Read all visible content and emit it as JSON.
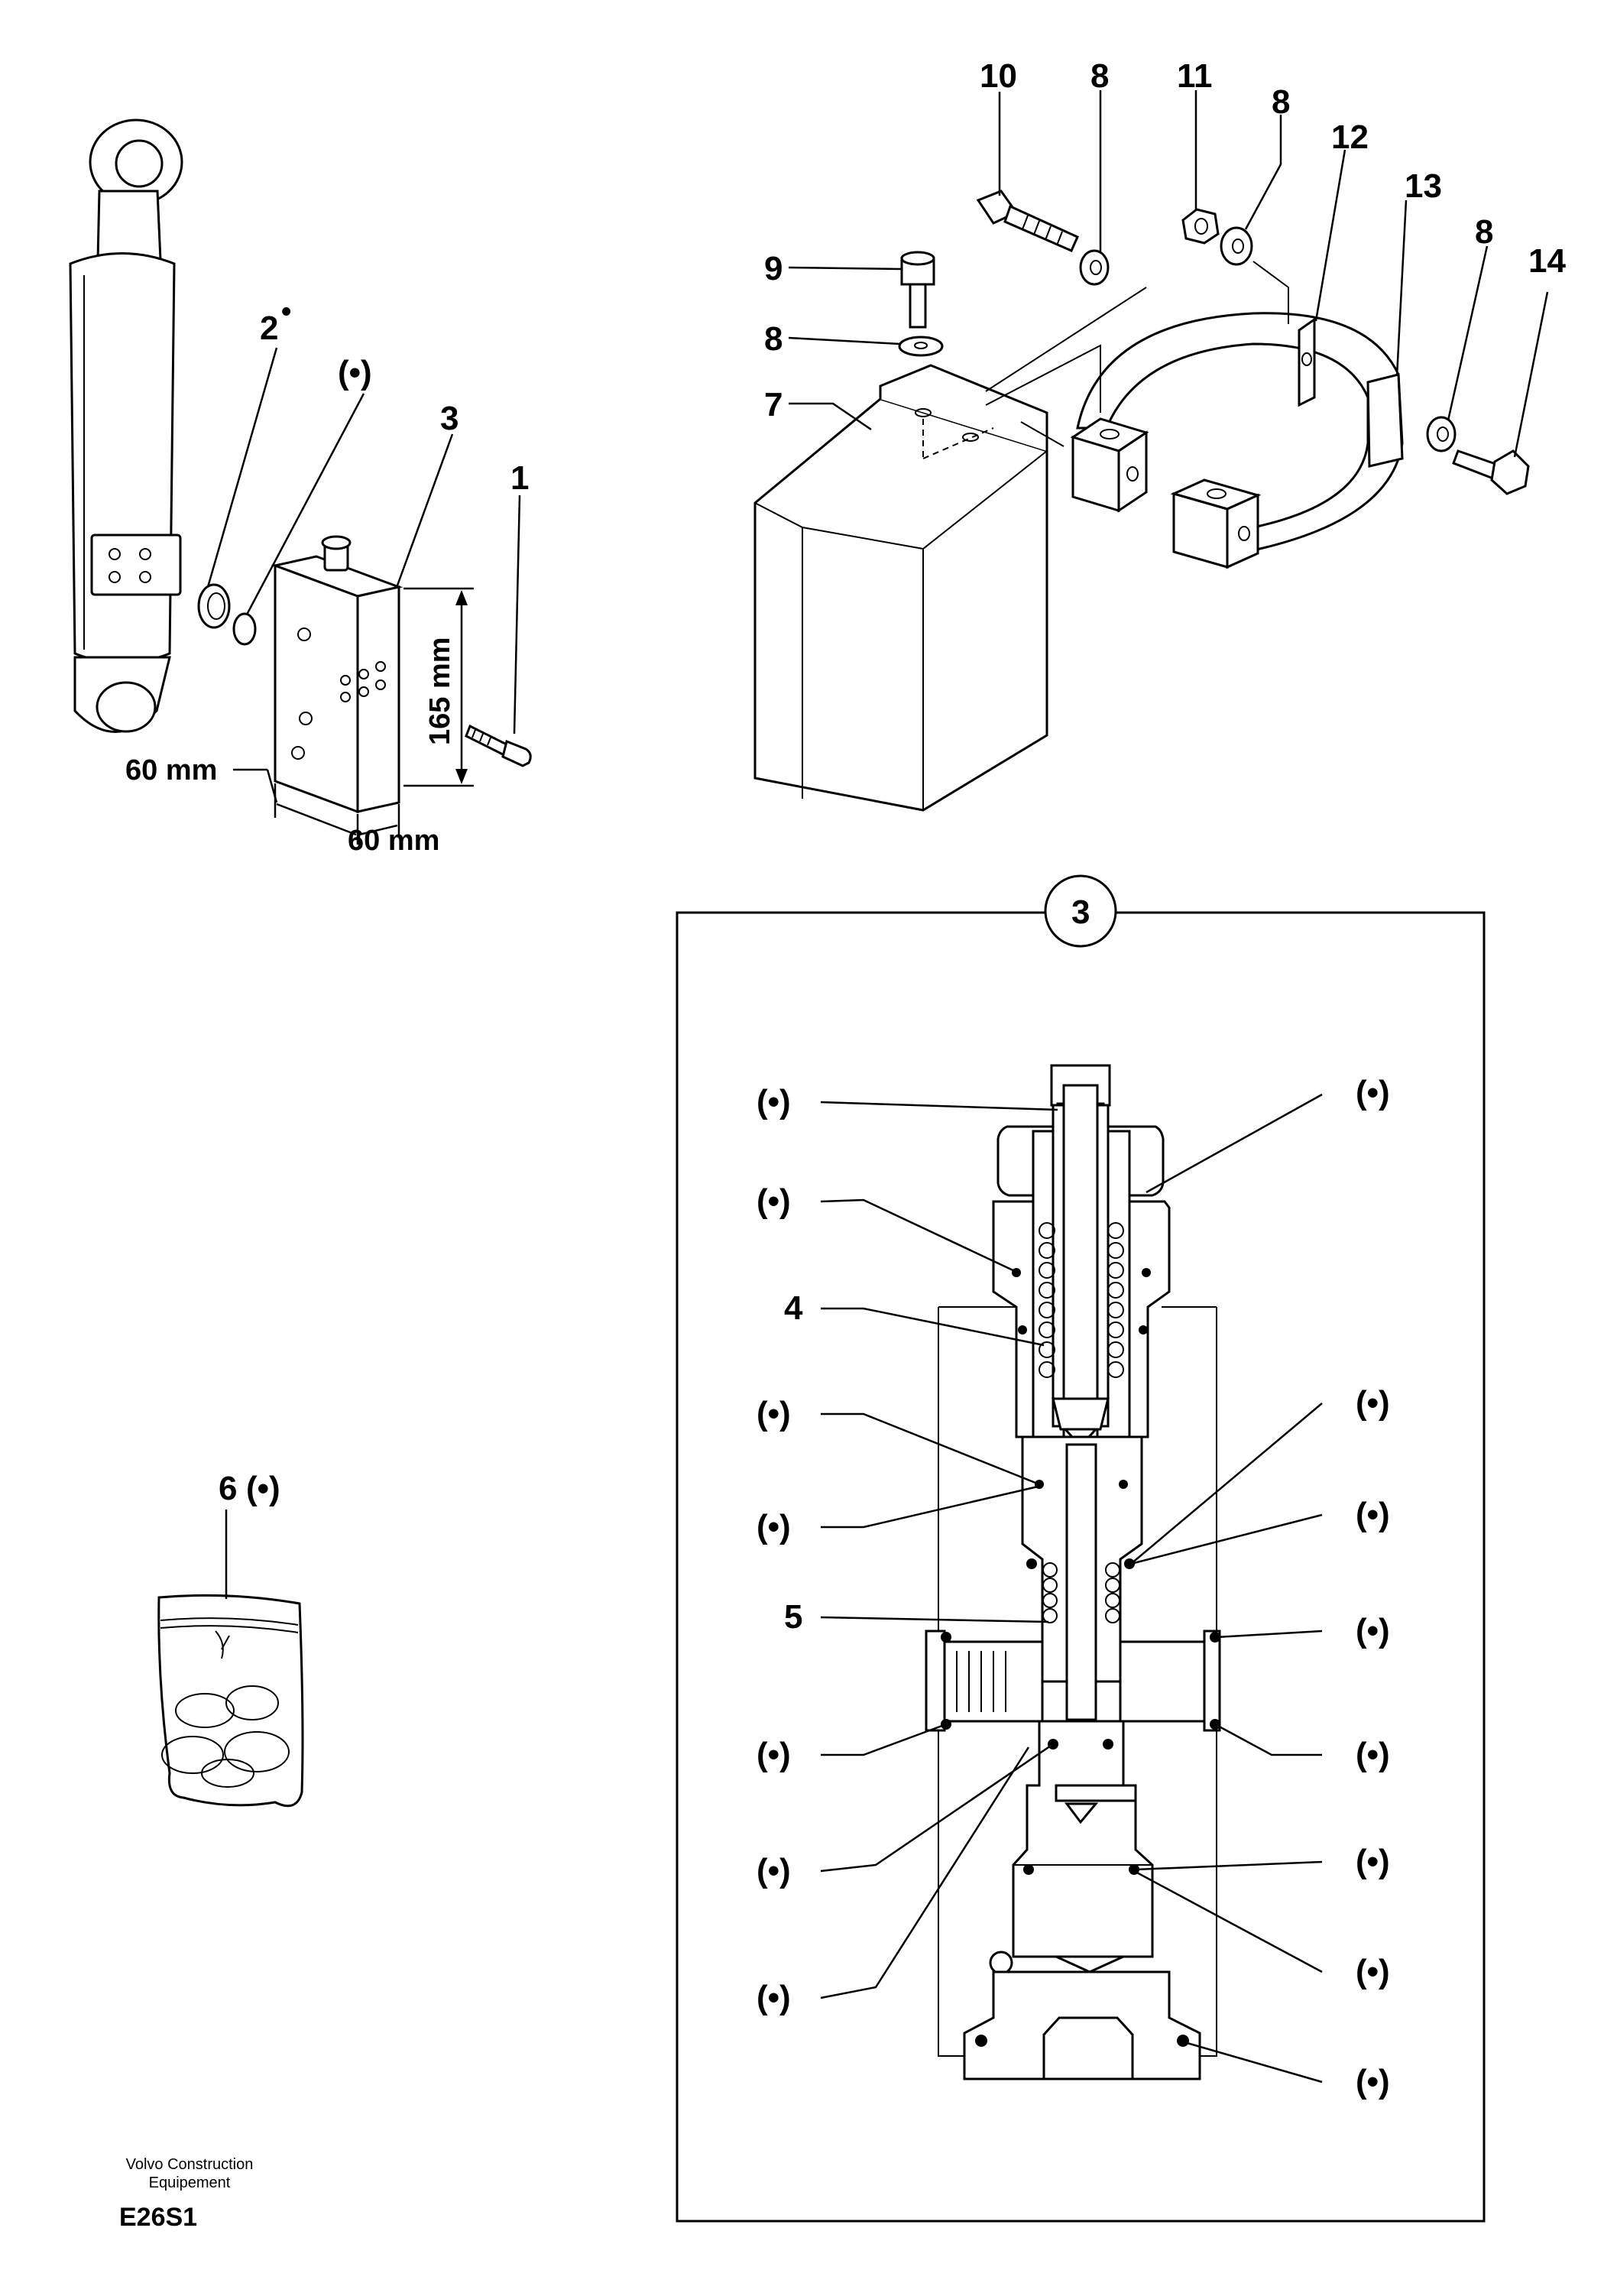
{
  "labels": {
    "p1": "1",
    "p2": "2",
    "p2_mark": "•",
    "p2_paren": "(•)",
    "p3": "3",
    "p4": "4",
    "p5": "5",
    "p6": "6",
    "p6_paren": "(•)",
    "p7": "7",
    "p8": "8",
    "p9": "9",
    "p10": "10",
    "p11": "11",
    "p12": "12",
    "p13": "13",
    "p14": "14",
    "detail_circle": "3",
    "bullet_paren": "(•)"
  },
  "dimensions": {
    "height": "165 mm",
    "width_left": "60 mm",
    "width_bottom": "60 mm"
  },
  "footer": {
    "brand_line1": "Volvo Construction",
    "brand_line2": "Equipement",
    "code": "E26S1"
  }
}
